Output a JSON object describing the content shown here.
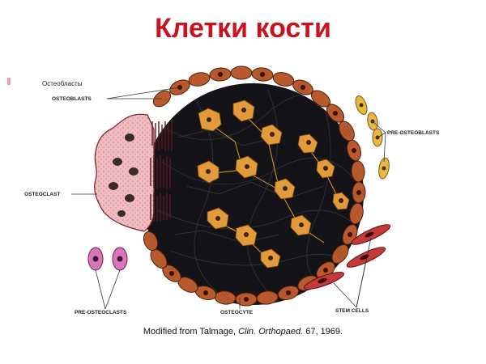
{
  "title": "Клетки кости",
  "labels": {
    "osteoblasts_ru": "Остеобласты",
    "osteoblasts": "OSTEOBLASTS",
    "pre_osteoblasts": "PRE-OSTEOBLASTS",
    "osteoclast": "OSTEOCLAST",
    "pre_osteoclasts": "PRE-OSTEOCLASTS",
    "osteocyte": "OSTEOCYTE",
    "stem_cells": "STEM CELLS"
  },
  "credit": {
    "prefix": "Modified from Talmage, ",
    "journal": "Clin. Orthopaed.",
    "suffix": " 67, 1969."
  },
  "colors": {
    "title": "#c8141e",
    "matrix": "#141418",
    "osteoblast": "#b85a2e",
    "osteocyte": "#e39a3a",
    "pre_osteoblast": "#e8b844",
    "osteoclast": "#f2bcc0",
    "pre_osteoclast": "#d877b8",
    "stem_cell": "#c43a3a"
  }
}
